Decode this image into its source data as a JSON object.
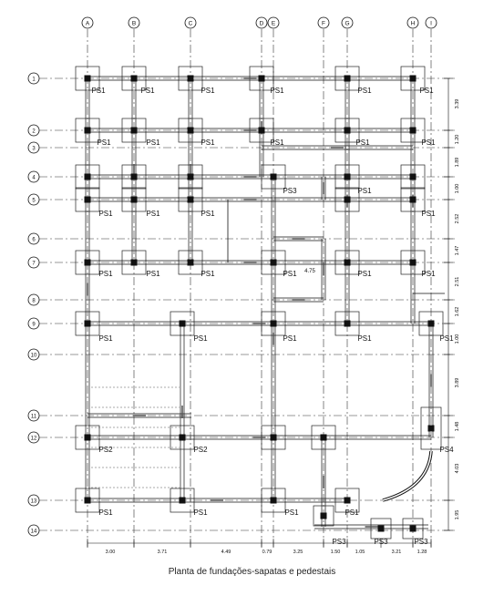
{
  "drawing": {
    "caption": "Planta de fundações-sapatas e pedestais",
    "column_axes": [
      "A",
      "B",
      "C",
      "D",
      "E",
      "F",
      "G",
      "H",
      "I"
    ],
    "row_axes": [
      "1",
      "2",
      "3",
      "4",
      "5",
      "6",
      "7",
      "8",
      "9",
      "10",
      "11",
      "12",
      "13",
      "14"
    ],
    "row_axis_9_label": "9",
    "bottom_dimensions": [
      "3.00",
      "3.71",
      "4.49",
      "0.79",
      "3.25",
      "1.50",
      "1.05",
      "3.21",
      "1.28"
    ],
    "right_dimensions": [
      "3.39",
      "1.20",
      "1.89",
      "1.00",
      "2.52",
      "1.47",
      "2.51",
      "1.62",
      "1.00",
      "3.89",
      "1.48",
      "4.03",
      "1.95"
    ],
    "interior_dimension": "4.75",
    "footing_labels": {
      "ps1": "PS1",
      "ps2": "PS2",
      "ps3": "PS3",
      "ps4": "PS4"
    }
  }
}
